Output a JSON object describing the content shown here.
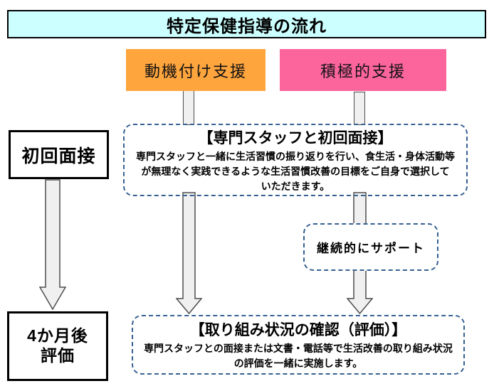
{
  "title": "特定保健指導の流れ",
  "tracks": {
    "motivational": "動機付け支援",
    "active": "積極的支援"
  },
  "timeline": {
    "initial_interview": "初回面接",
    "evaluation": {
      "line1": "4か月後",
      "line2": "評価"
    }
  },
  "steps": {
    "first_meeting": {
      "heading": "【専門スタッフと初回面接】",
      "body_lines": [
        "専門スタッフと一緒に生活習慣の振り返りを行い、食生活・身体活動等",
        "が無理なく実践できるような生活習慣改善の目標をご自身で選択して",
        "いただきます。"
      ]
    },
    "continuous_support": "継続的にサポート",
    "status_check": {
      "heading": "【取り組み状況の確認（評価）】",
      "body_lines": [
        "専門スタッフとの面接または文書・電話等で生活改善の取り組み状況",
        "の評価を一緒に実施します。"
      ]
    }
  },
  "colors": {
    "title_bg": "#CCFFFF",
    "motivational_bg": "#FFA53E",
    "active_bg": "#FB659C",
    "dashed_border": "#366092",
    "arrow_fill": "#F0F0F0",
    "arrow_outline": "#4D4D4D",
    "solid_box_border": "#000000"
  }
}
